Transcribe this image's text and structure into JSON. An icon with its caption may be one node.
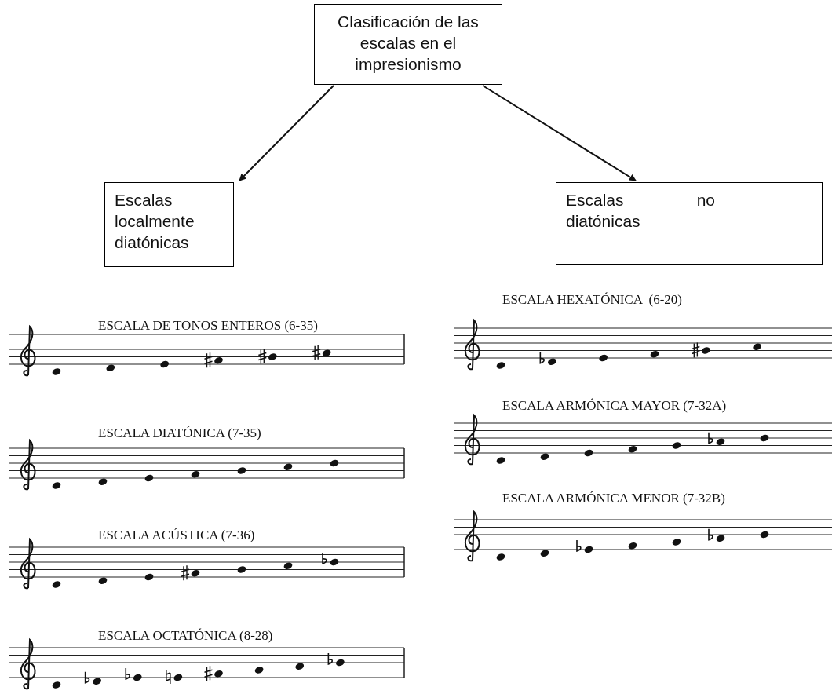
{
  "diagram": {
    "nodes": [
      {
        "text": [
          "Clasificación de las escalas en el impresionismo"
        ]
      },
      {
        "text": [
          "Escalas localmente diatónicas"
        ]
      },
      {
        "text": [
          "Escalas no diatónicas"
        ]
      }
    ],
    "edges": [
      {
        "from": 0,
        "to": 1,
        "arrow": "to"
      },
      {
        "from": 0,
        "to": 2,
        "arrow": "to"
      }
    ],
    "labels": [
      "ESCALA HEXATÓNICA  (6-20)",
      "ESCALA DE TONOS ENTEROS (6-35)",
      "ESCALA ARMÓNICA MAYOR (7-32A)",
      "ESCALA DIATÓNICA (7-35)",
      "ESCALA ARMÓNICA MENOR (7-32B)",
      "ESCALA ACÚSTICA (7-36)",
      "ESCALA OCTATÓNICA (8-28)"
    ]
  }
}
